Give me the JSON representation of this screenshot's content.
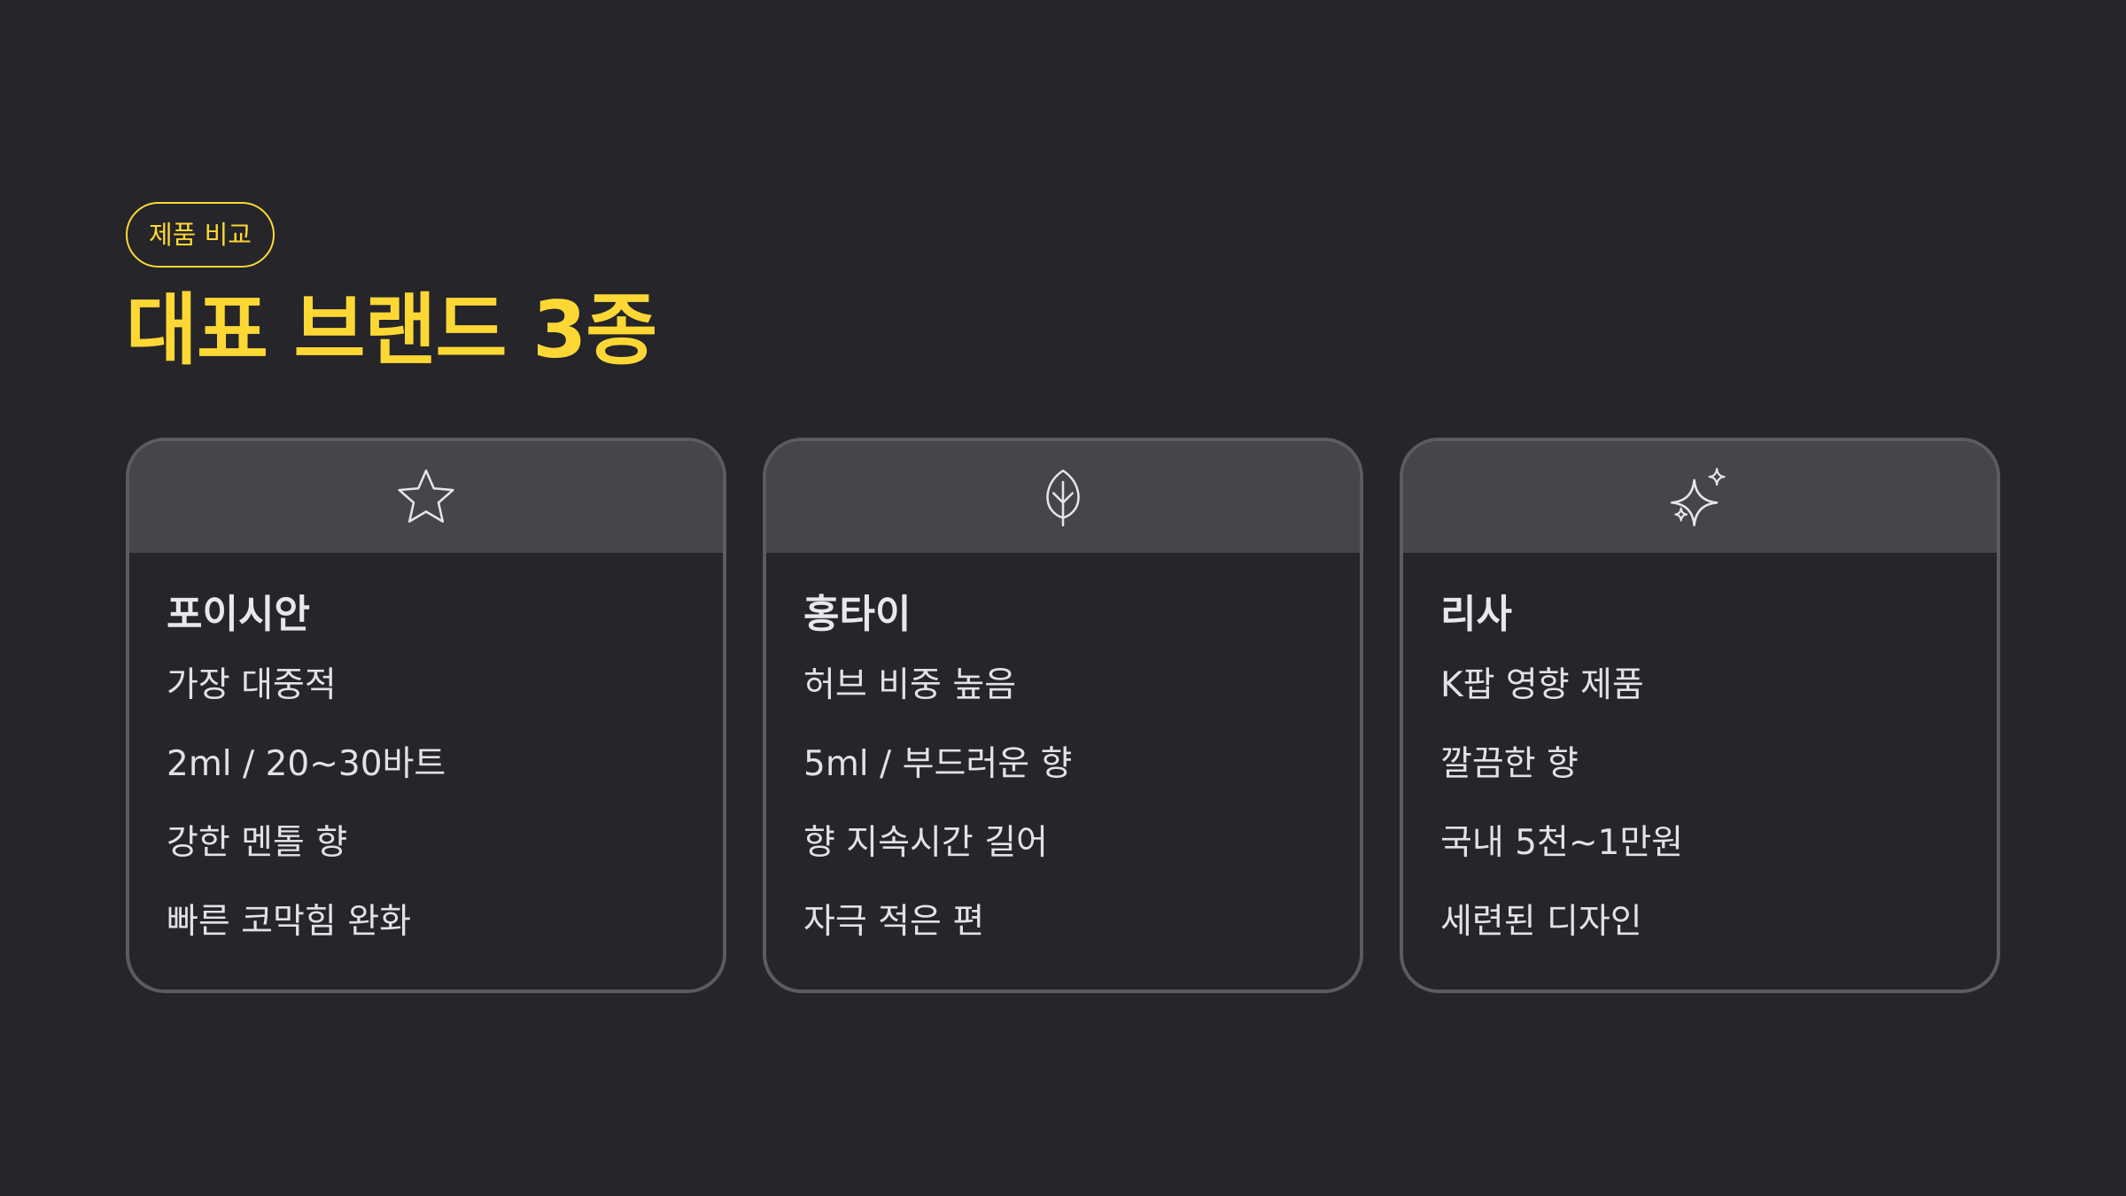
{
  "header": {
    "tag": "제품 비교",
    "title": "대표 브랜드 3종"
  },
  "colors": {
    "background": "#25252a",
    "accent": "#fdd835",
    "card_header": "#45454b",
    "card_border": "#5b5b62",
    "text": "#e2e2e4"
  },
  "cards": [
    {
      "icon": "star-icon",
      "title": "포이시안",
      "items": [
        "가장 대중적",
        "2ml / 20~30바트",
        "강한 멘톨 향",
        "빠른 코막힘 완화"
      ]
    },
    {
      "icon": "leaf-icon",
      "title": "홍타이",
      "items": [
        "허브 비중 높음",
        "5ml / 부드러운 향",
        "향 지속시간 길어",
        "자극 적은 편"
      ]
    },
    {
      "icon": "sparkles-icon",
      "title": "리사",
      "items": [
        "K팝 영향 제품",
        "깔끔한 향",
        "국내 5천~1만원",
        "세련된 디자인"
      ]
    }
  ]
}
